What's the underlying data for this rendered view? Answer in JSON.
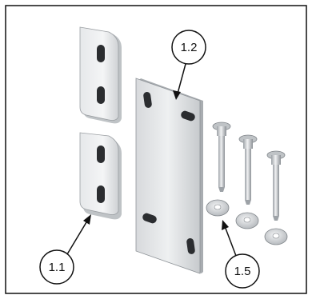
{
  "callouts": [
    {
      "label": "1.1"
    },
    {
      "label": "1.2"
    },
    {
      "label": "1.5"
    }
  ],
  "colors": {
    "frame": "#111111",
    "metal_light": "#f2f3f4",
    "metal_mid": "#c9cccf",
    "metal_dark": "#8e9398"
  }
}
